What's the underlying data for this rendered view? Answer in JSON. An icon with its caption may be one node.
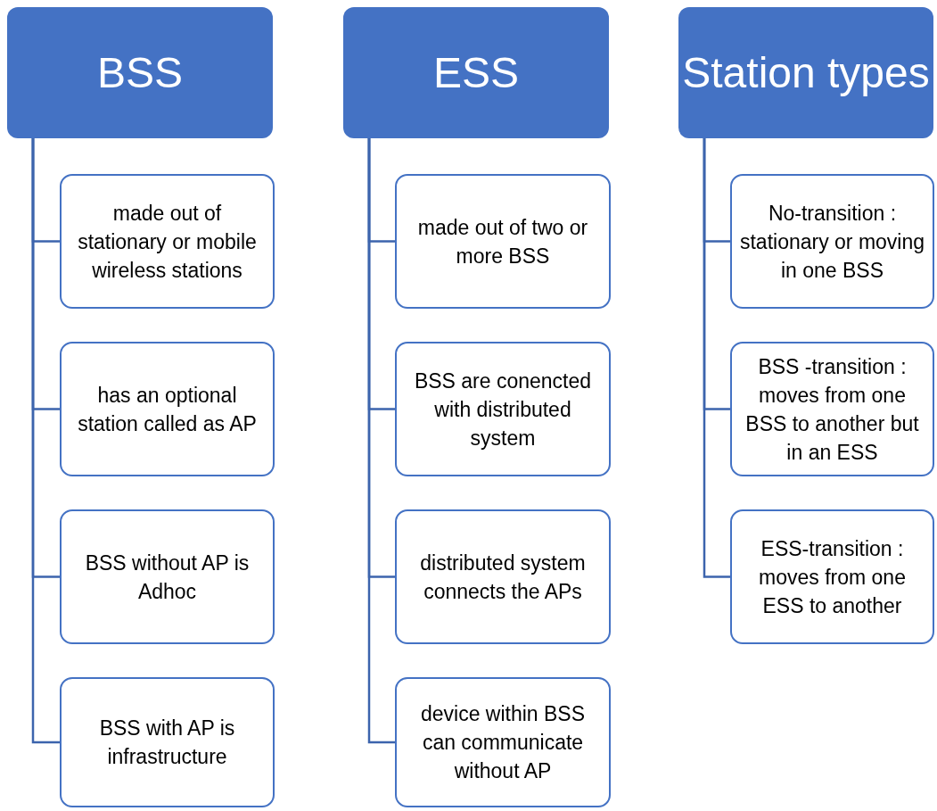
{
  "diagram": {
    "nodes": [
      {
        "text": [
          "BSS"
        ]
      },
      {
        "text": [
          "made out of stationary or mobile wireless stations"
        ]
      },
      {
        "text": [
          "has an optional station called as AP"
        ]
      },
      {
        "text": [
          "BSS without AP is Adhoc"
        ]
      },
      {
        "text": [
          "BSS with AP is infrastructure"
        ]
      },
      {
        "text": [
          "ESS"
        ]
      },
      {
        "text": [
          "made out of two or more BSS"
        ]
      },
      {
        "text": [
          "BSS are conencted with distributed system"
        ]
      },
      {
        "text": [
          "distributed system connects the APs"
        ]
      },
      {
        "text": [
          "device within BSS can communicate without AP"
        ]
      },
      {
        "text": [
          "Station types"
        ]
      },
      {
        "text": [
          "No-transition : stationary or moving in one BSS"
        ]
      },
      {
        "text": [
          "BSS -transition : moves from one BSS to another but in an ESS"
        ]
      },
      {
        "text": [
          "ESS-transition : moves from one ESS to another"
        ]
      }
    ],
    "edges": [
      {
        "from": 0,
        "to": 1,
        "arrow": "none"
      },
      {
        "from": 0,
        "to": 2,
        "arrow": "none"
      },
      {
        "from": 0,
        "to": 3,
        "arrow": "none"
      },
      {
        "from": 0,
        "to": 4,
        "arrow": "none"
      },
      {
        "from": 5,
        "to": 6,
        "arrow": "none"
      },
      {
        "from": 5,
        "to": 7,
        "arrow": "none"
      },
      {
        "from": 5,
        "to": 8,
        "arrow": "none"
      },
      {
        "from": 5,
        "to": 9,
        "arrow": "none"
      },
      {
        "from": 10,
        "to": 11,
        "arrow": "none"
      },
      {
        "from": 10,
        "to": 12,
        "arrow": "none"
      },
      {
        "from": 10,
        "to": 13,
        "arrow": "none"
      }
    ]
  }
}
